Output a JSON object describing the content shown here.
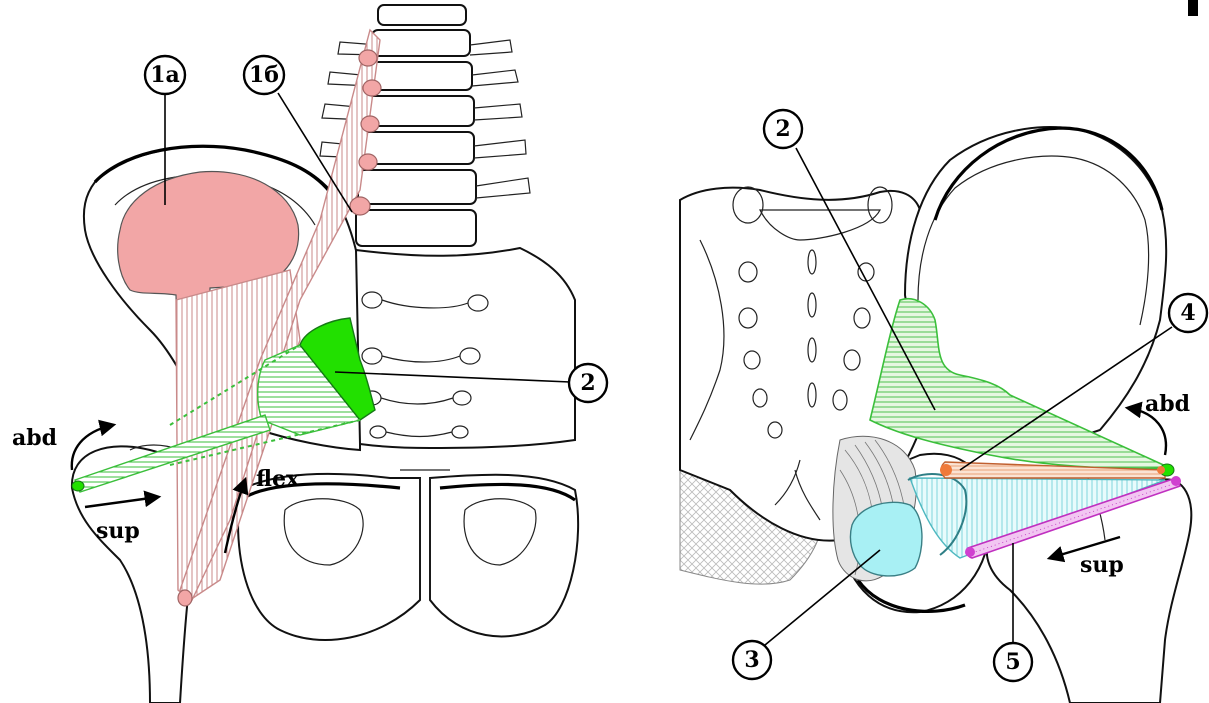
{
  "left_panel": {
    "callouts": [
      "1а",
      "1б",
      "2"
    ],
    "motion_labels": [
      "abd",
      "sup",
      "flex"
    ]
  },
  "right_panel": {
    "callouts": [
      "2",
      "3",
      "4",
      "5"
    ],
    "motion_labels": [
      "abd",
      "sup"
    ]
  },
  "colors": {
    "psoas_fill": "#f2a6a6",
    "psoas_stripes": "#c98a8a",
    "gluteus_green": "#22e000",
    "gluteus_stripes": "#3bbf3b",
    "obturator_cyan": "#a8f0f4",
    "gemellus_orange": "#f07a3a",
    "piriformis_magenta": "#d040d0"
  }
}
